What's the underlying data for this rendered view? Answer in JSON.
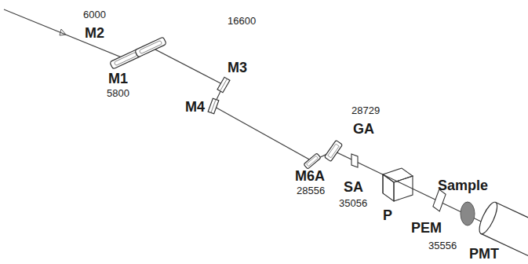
{
  "diagram": {
    "labels": [
      "6000",
      "M2",
      "16600",
      "M3",
      "M1",
      "5800",
      "28729",
      "GA",
      "M4",
      "M6A",
      "28556",
      "SA",
      "35056",
      "P",
      "PEM",
      "Sample",
      "35556",
      "PMT"
    ]
  }
}
